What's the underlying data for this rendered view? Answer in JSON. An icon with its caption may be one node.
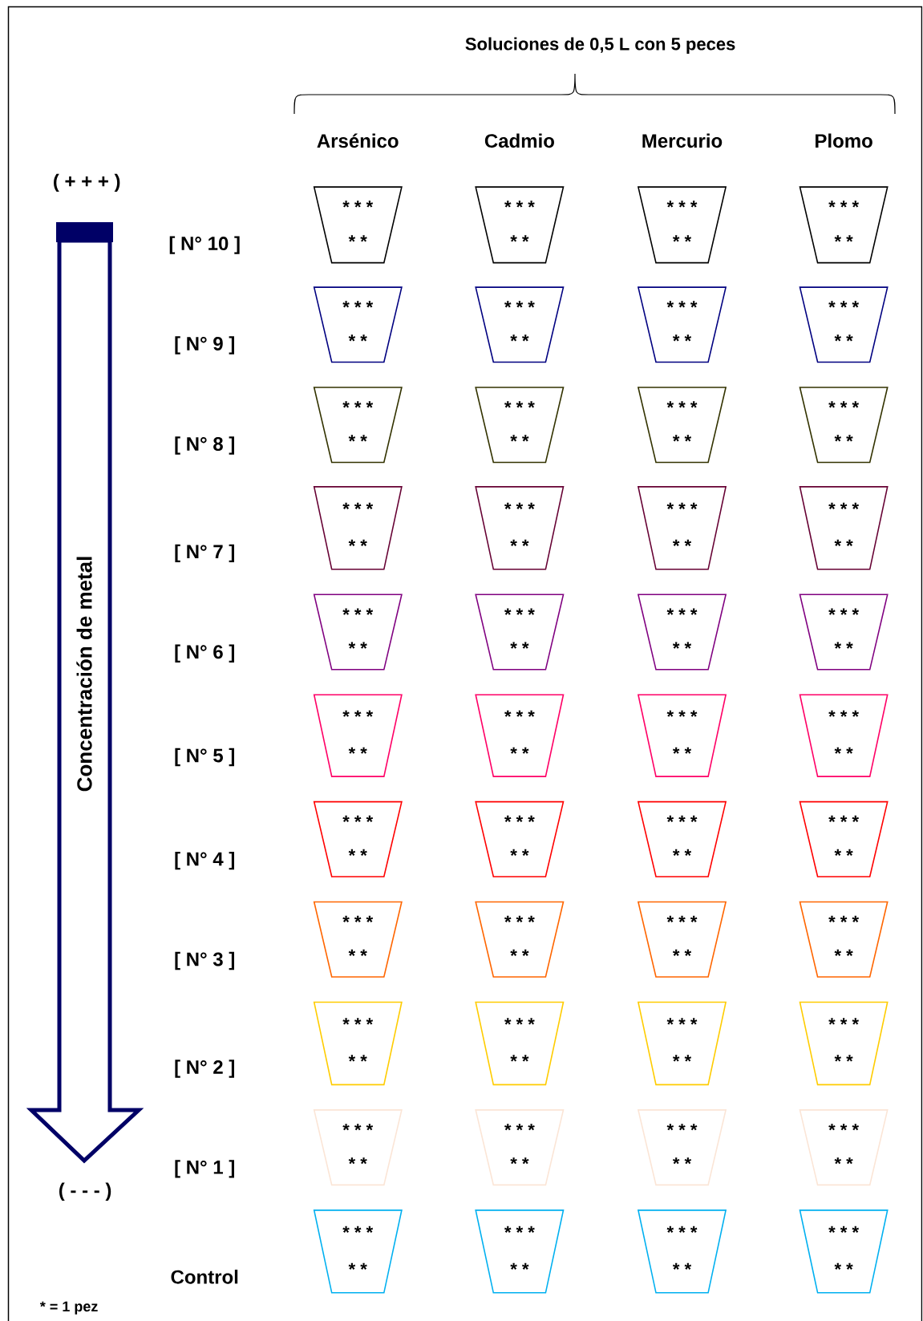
{
  "diagram": {
    "title": "Soluciones de 0,5 L con 5 peces",
    "nodes": [
      {
        "text": [
          "Concentración de metal"
        ]
      },
      {
        "text": [
          "* * *",
          "* *"
        ]
      },
      {
        "text": [
          "* * *",
          "* *"
        ]
      },
      {
        "text": [
          "* * *",
          "* *"
        ]
      },
      {
        "text": [
          "* * *",
          "* *"
        ]
      },
      {
        "text": [
          "* * *",
          "* *"
        ]
      },
      {
        "text": [
          "* * *",
          "* *"
        ]
      },
      {
        "text": [
          "* * *",
          "* *"
        ]
      },
      {
        "text": [
          "* * *",
          "* *"
        ]
      },
      {
        "text": [
          "* * *",
          "* *"
        ]
      },
      {
        "text": [
          "* * *",
          "* *"
        ]
      },
      {
        "text": [
          "* * *",
          "* *"
        ]
      },
      {
        "text": [
          "* * *",
          "* *"
        ]
      },
      {
        "text": [
          "* * *",
          "* *"
        ]
      },
      {
        "text": [
          "* * *",
          "* *"
        ]
      },
      {
        "text": [
          "* * *",
          "* *"
        ]
      },
      {
        "text": [
          "* * *",
          "* *"
        ]
      },
      {
        "text": [
          "* * *",
          "* *"
        ]
      },
      {
        "text": [
          "* * *",
          "* *"
        ]
      },
      {
        "text": [
          "* * *",
          "* *"
        ]
      },
      {
        "text": [
          "* * *",
          "* *"
        ]
      },
      {
        "text": [
          "* * *",
          "* *"
        ]
      },
      {
        "text": [
          "* * *",
          "* *"
        ]
      },
      {
        "text": [
          "* * *",
          "* *"
        ]
      },
      {
        "text": [
          "* * *",
          "* *"
        ]
      },
      {
        "text": [
          "* * *",
          "* *"
        ]
      },
      {
        "text": [
          "* * *",
          "* *"
        ]
      },
      {
        "text": [
          "* * *",
          "* *"
        ]
      },
      {
        "text": [
          "* * *",
          "* *"
        ]
      },
      {
        "text": [
          "* * *",
          "* *"
        ]
      },
      {
        "text": [
          "* * *",
          "* *"
        ]
      },
      {
        "text": [
          "* * *",
          "* *"
        ]
      },
      {
        "text": [
          "* * *",
          "* *"
        ]
      },
      {
        "text": [
          "* * *",
          "* *"
        ]
      },
      {
        "text": [
          "* * *",
          "* *"
        ]
      },
      {
        "text": [
          "* * *",
          "* *"
        ]
      },
      {
        "text": [
          "* * *",
          "* *"
        ]
      },
      {
        "text": [
          "* * *",
          "* *"
        ]
      },
      {
        "text": [
          "* * *",
          "* *"
        ]
      },
      {
        "text": [
          "* * *",
          "* *"
        ]
      },
      {
        "text": [
          "* * *",
          "* *"
        ]
      },
      {
        "text": [
          "* * *",
          "* *"
        ]
      },
      {
        "text": [
          "* * *",
          "* *"
        ]
      },
      {
        "text": [
          "* * *",
          "* *"
        ]
      },
      {
        "text": [
          "* * *",
          "* *"
        ]
      }
    ],
    "labels": [
      "Arsénico",
      "Cadmio",
      "Mercurio",
      "Plomo",
      "( + + + )",
      "[ N° 10 ]",
      "[ N° 9 ]",
      "[ N° 8 ]",
      "[ N° 7 ]",
      "[ N° 6 ]",
      "[ N° 5 ]",
      "[ N° 4 ]",
      "[ N° 3 ]",
      "[ N° 2 ]",
      "[ N° 1 ]",
      "( - - - )",
      "Control",
      "* = 1 pez"
    ]
  }
}
